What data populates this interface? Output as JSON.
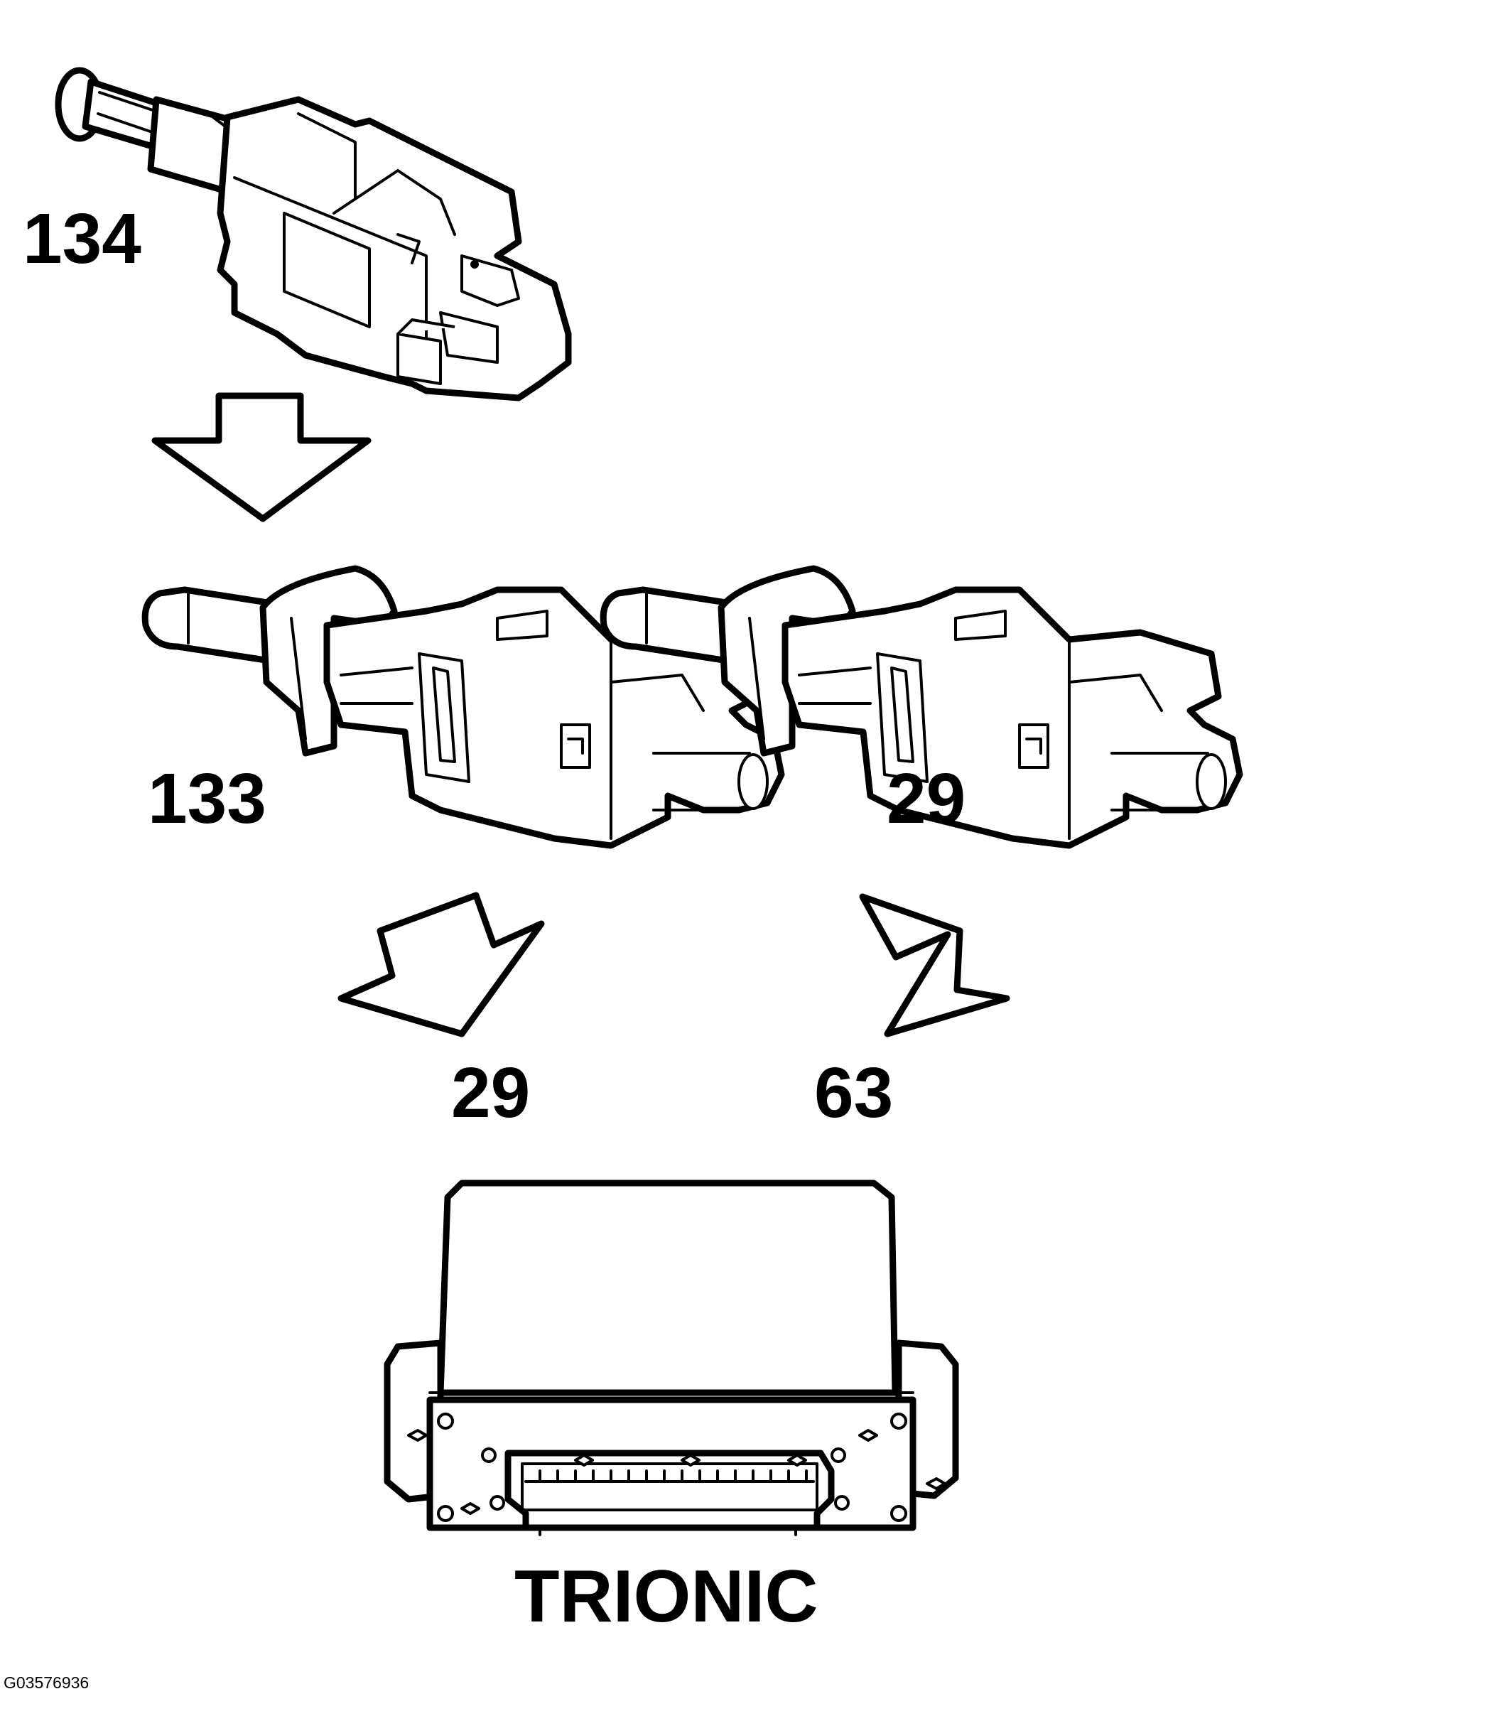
{
  "labels": {
    "switch_top": "134",
    "switch_left": "133",
    "switch_right": "29",
    "out_left": "29",
    "out_right": "63",
    "module": "TRIONIC",
    "figure_ref": "G03576936"
  },
  "colors": {
    "ink": "#000000",
    "paper": "#ffffff"
  },
  "icons": [
    "brake-switch-134",
    "brake-switch-133",
    "brake-switch-29",
    "trionic-ecu",
    "arrow-down",
    "arrow-down-right",
    "arrow-down-left"
  ]
}
